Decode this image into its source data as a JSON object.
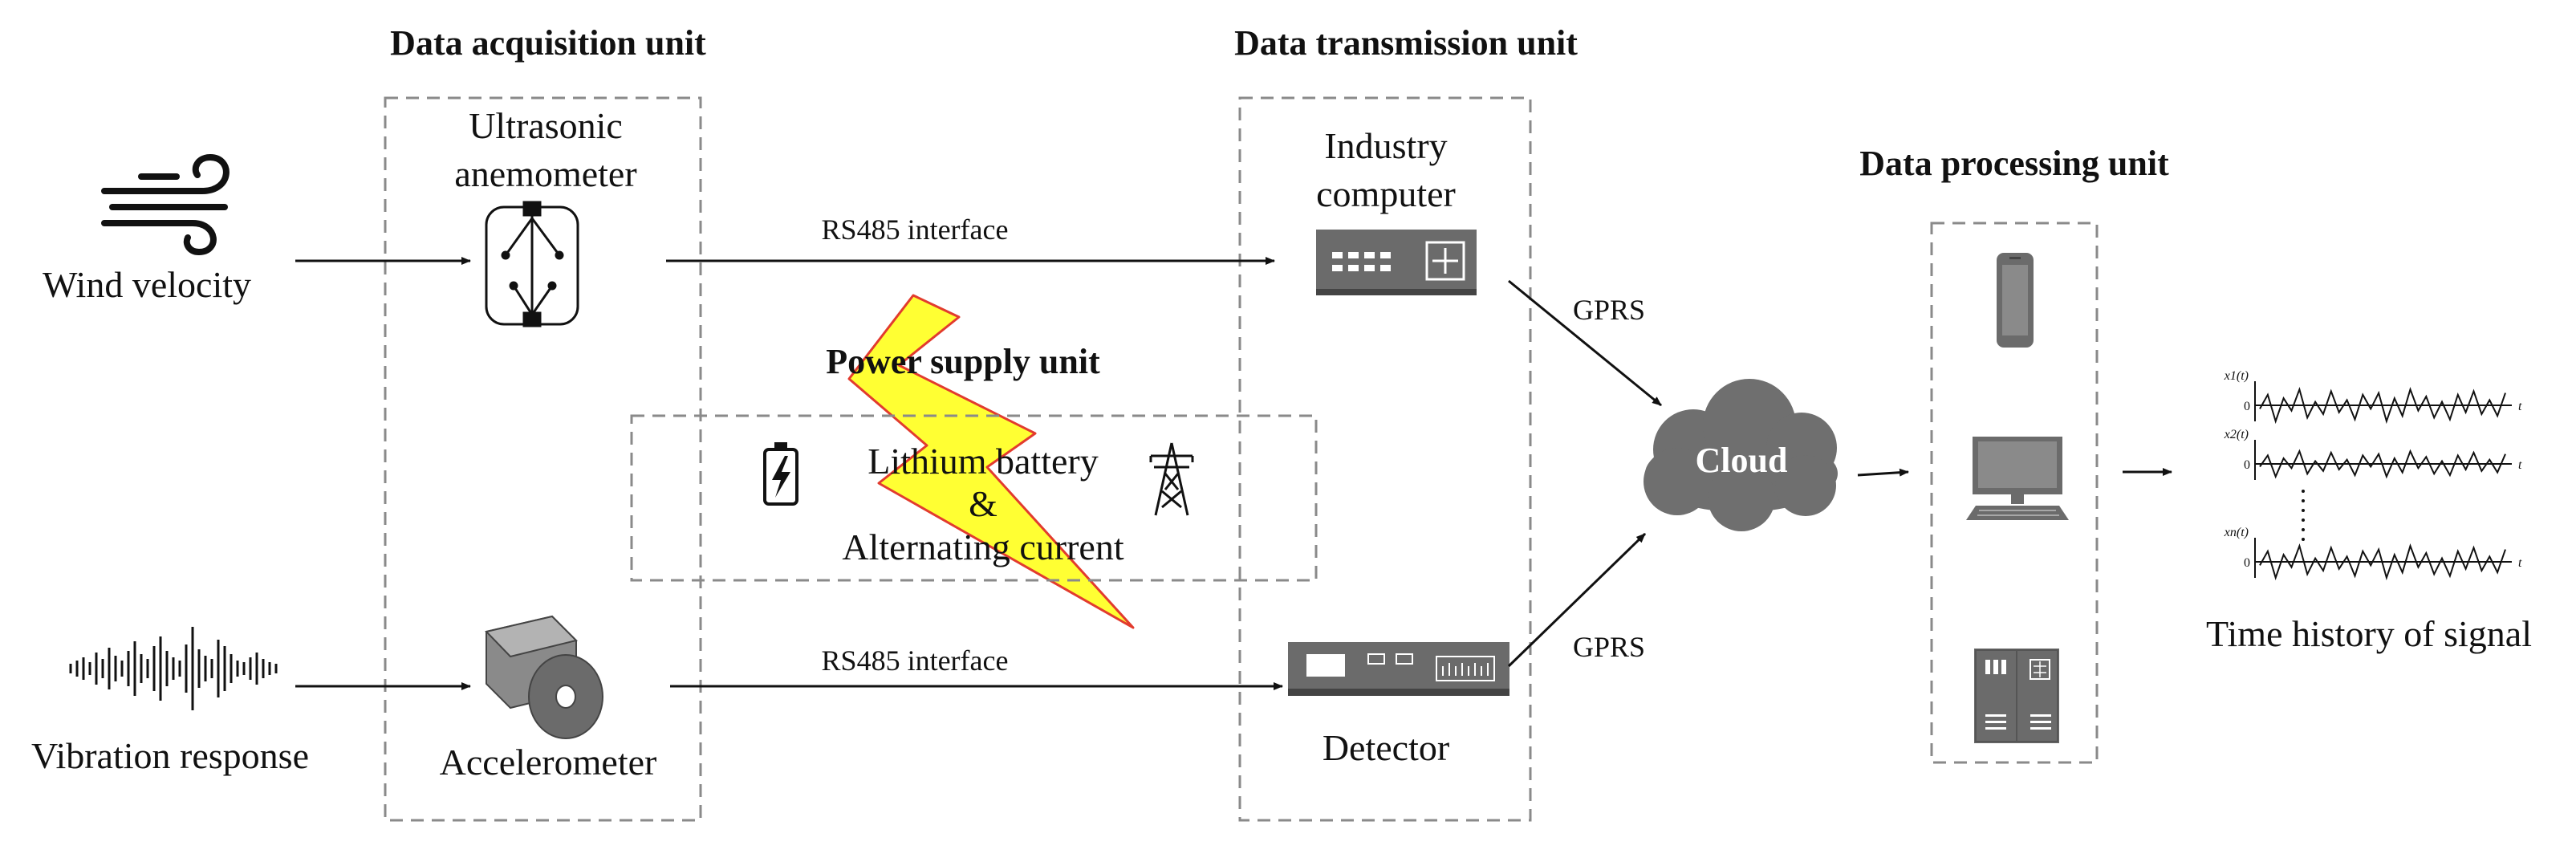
{
  "headers": {
    "acquisition": "Data acquisition unit",
    "transmission": "Data transmission unit",
    "processing": "Data processing unit",
    "power": "Power supply unit"
  },
  "inputs": {
    "wind": "Wind velocity",
    "vibration": "Vibration response"
  },
  "sensors": {
    "anemometer_line1": "Ultrasonic",
    "anemometer_line2": "anemometer",
    "accelerometer": "Accelerometer"
  },
  "links": {
    "rs485_top": "RS485 interface",
    "rs485_bottom": "RS485 interface",
    "gprs_top": "GPRS",
    "gprs_bottom": "GPRS"
  },
  "transmission": {
    "computer_line1": "Industry",
    "computer_line2": "computer",
    "detector": "Detector"
  },
  "power": {
    "line1": "Lithium battery",
    "line2": "&",
    "line3": "Alternating current"
  },
  "cloud": "Cloud",
  "output": {
    "caption": "Time history of signal",
    "signal_labels": [
      "x1(t)",
      "x2(t)",
      "xn(t)"
    ],
    "zero": "0",
    "t": "t"
  },
  "colors": {
    "dashed_box": "#8a8a8a",
    "device_gray": "#6b6b6b",
    "bolt_fill": "#ffff33",
    "bolt_stroke": "#e23b2e",
    "cloud_fill": "#6f6f6f"
  },
  "icons": [
    "wind-icon",
    "sound-wave-icon",
    "anemometer-icon",
    "accelerometer-icon",
    "network-switch-icon",
    "detector-icon",
    "battery-icon",
    "power-tower-icon",
    "lightning-bolt-icon",
    "cloud-icon",
    "smartphone-icon",
    "desktop-computer-icon",
    "server-cabinet-icon"
  ]
}
